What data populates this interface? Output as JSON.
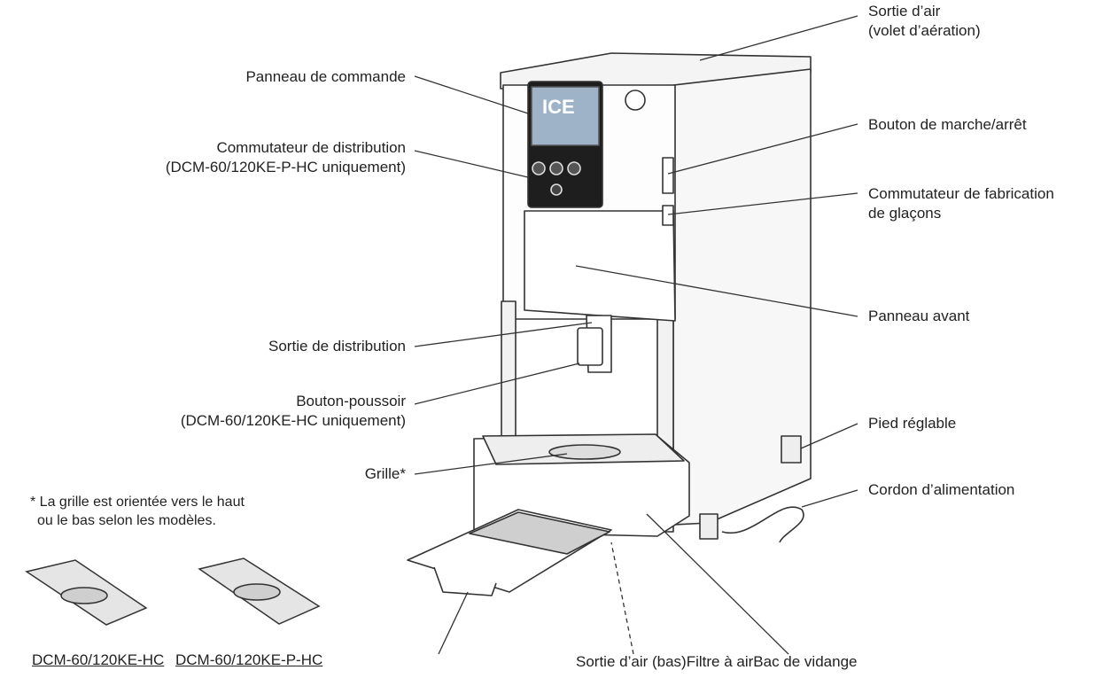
{
  "labels": {
    "air_outlet_top": [
      "Sortie d’air",
      "(volet d’aération)"
    ],
    "control_panel": "Panneau de commande",
    "dispense_switch": [
      "Commutateur de distribution",
      "(DCM-60/120KE-P-HC uniquement)"
    ],
    "power_button": "Bouton de marche/arrêt",
    "icemaking_switch": [
      "Commutateur de fabrication",
      "de glaçons"
    ],
    "front_panel": "Panneau avant",
    "dispense_outlet": "Sortie de distribution",
    "push_button": [
      "Bouton-poussoir",
      "(DCM-60/120KE-HC uniquement)"
    ],
    "adjustable_foot": "Pied réglable",
    "grille": "Grille*",
    "power_cord": "Cordon d’alimentation",
    "bottom_labels": "Sortie d’air (bas)Filtre à airBac de vidange"
  },
  "note": [
    "* La grille est orientée vers le haut",
    "ou le bas selon les modèles."
  ],
  "captions": [
    "DCM-60/120KE-HC",
    "DCM-60/120KE-P-HC"
  ],
  "panel_text": "ICE",
  "colors": {
    "line": "#333333",
    "panel": "#1e1e1e",
    "screen": "#9fb3c8"
  }
}
